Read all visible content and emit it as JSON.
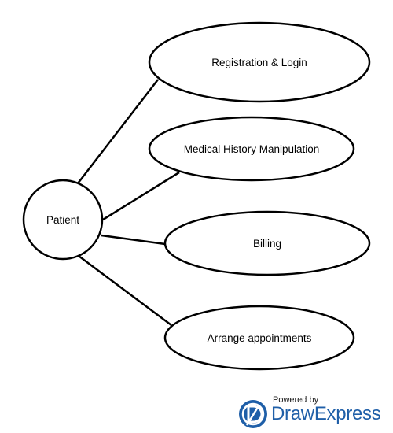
{
  "diagram": {
    "actor": {
      "label": "Patient"
    },
    "use_cases": [
      {
        "label": "Registration & Login"
      },
      {
        "label": "Medical History Manipulation"
      },
      {
        "label": "Billing"
      },
      {
        "label": "Arrange appointments"
      }
    ]
  },
  "watermark": {
    "powered_by": "Powered by",
    "brand_draw": "Draw",
    "brand_express": "Express",
    "brand_color": "#1f5fa8",
    "logo_icon": "drawexpress-logo-icon"
  },
  "colors": {
    "stroke": "#000000",
    "background": "#ffffff"
  }
}
